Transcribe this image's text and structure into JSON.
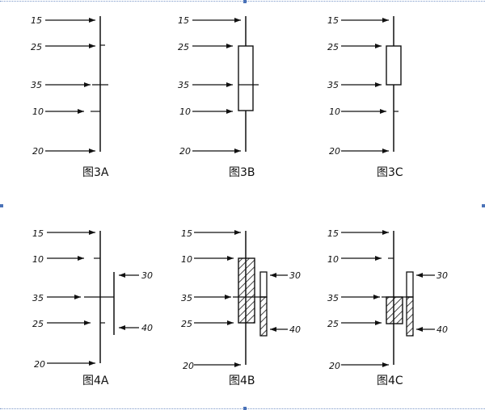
{
  "panels": [
    {
      "id": "3A",
      "caption": "图3A",
      "labels": [
        "15",
        "25",
        "35",
        "10",
        "20"
      ],
      "right_labels": [],
      "box": null,
      "hatched": []
    },
    {
      "id": "3B",
      "caption": "图3B",
      "labels": [
        "15",
        "25",
        "35",
        "10",
        "20"
      ],
      "right_labels": [],
      "box": "outline"
    },
    {
      "id": "3C",
      "caption": "图3C",
      "labels": [
        "15",
        "25",
        "35",
        "10",
        "20"
      ],
      "right_labels": [],
      "box": "outline"
    },
    {
      "id": "4A",
      "caption": "图4A",
      "labels": [
        "15",
        "10",
        "35",
        "25",
        "20"
      ],
      "right_labels": [
        "30",
        "40"
      ]
    },
    {
      "id": "4B",
      "caption": "图4B",
      "labels": [
        "15",
        "10",
        "35",
        "25",
        "20"
      ],
      "right_labels": [
        "30",
        "40"
      ]
    },
    {
      "id": "4C",
      "caption": "图4C",
      "labels": [
        "15",
        "10",
        "35",
        "25",
        "20"
      ],
      "right_labels": [
        "30",
        "40"
      ]
    }
  ],
  "colors": {
    "ink": "#111111",
    "frame": "#4a72b8"
  }
}
